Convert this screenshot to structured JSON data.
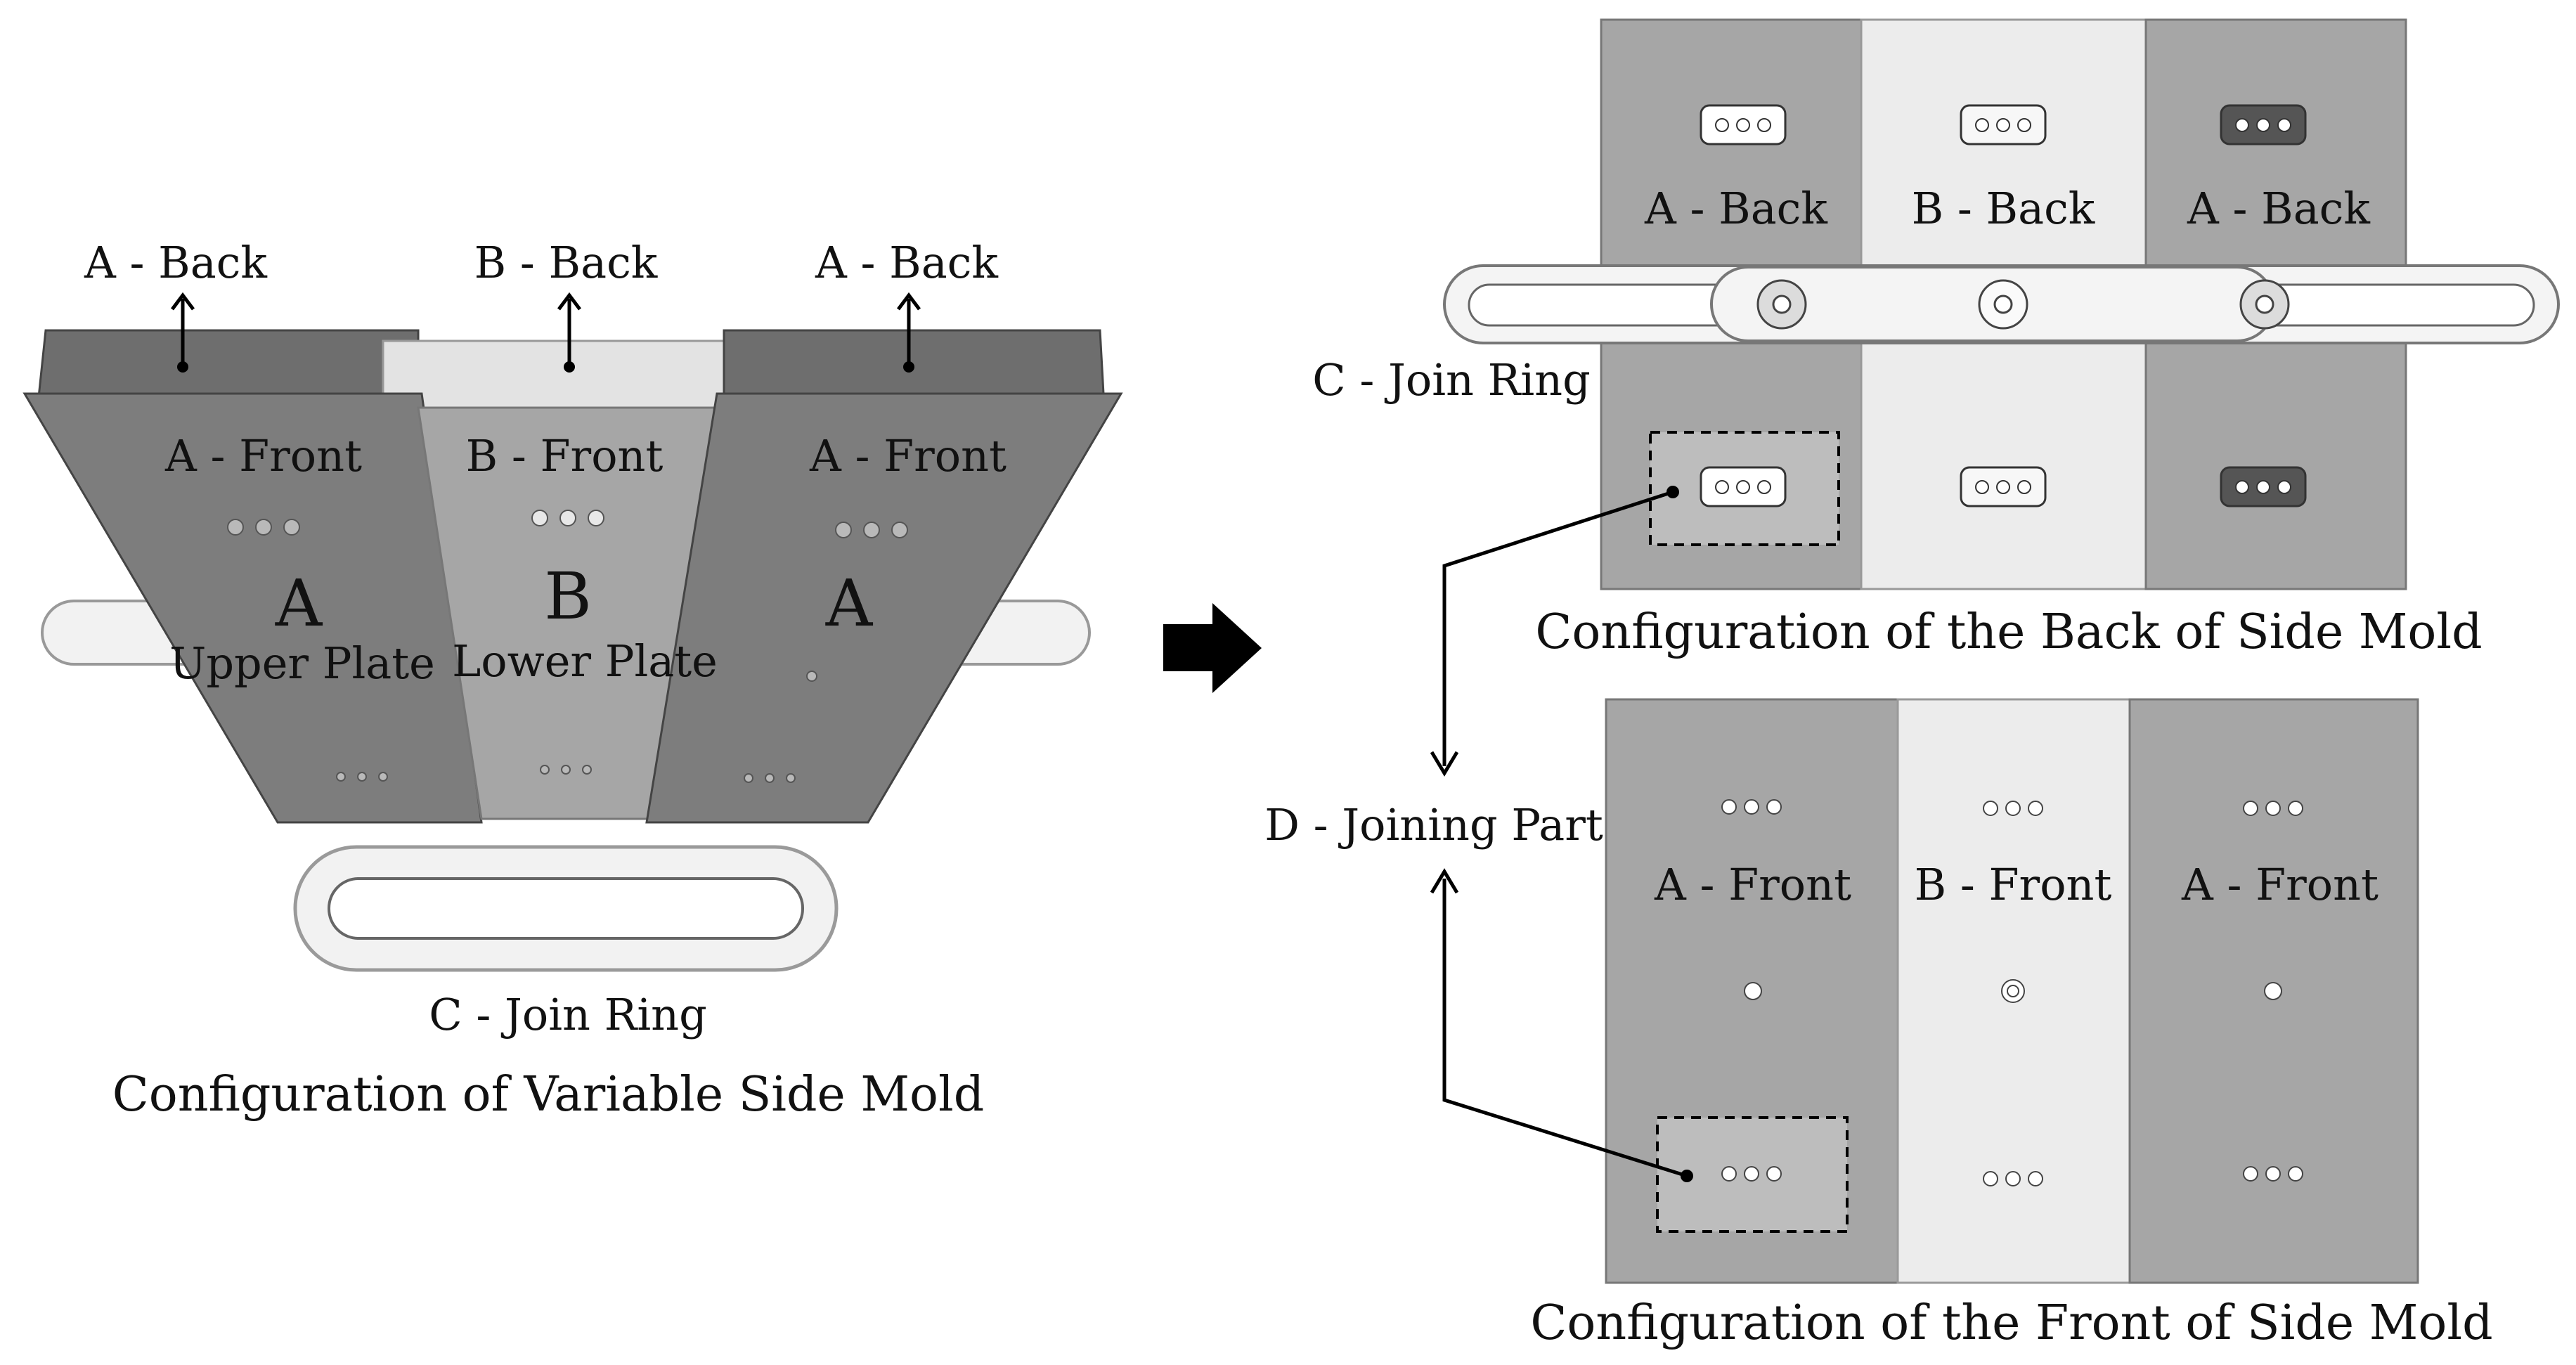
{
  "left": {
    "back_labels": [
      "A - Back",
      "B - Back",
      "A - Back"
    ],
    "front_labels": [
      "A - Front",
      "B - Front",
      "A - Front"
    ],
    "plate_letters": [
      "A",
      "B",
      "A"
    ],
    "upper_plate": "Upper Plate",
    "lower_plate": "Lower Plate",
    "ring_label": "C - Join Ring",
    "caption": "Configuration of Variable Side Mold"
  },
  "right": {
    "back_labels": [
      "A - Back",
      "B - Back",
      "A - Back"
    ],
    "front_labels": [
      "A - Front",
      "B - Front",
      "A - Front"
    ],
    "ring_label": "C - Join Ring",
    "back_caption": "Configuration of the Back of Side Mold",
    "front_caption": "Configuration of the Front of Side Mold",
    "joining_label": "D - Joining Part"
  },
  "colors": {
    "plate_a": "#7d7d7d",
    "plate_b": "#a6a6a6",
    "plate_light": "#ececec",
    "ring": "#f2f2f2",
    "arrow": "#000000"
  }
}
